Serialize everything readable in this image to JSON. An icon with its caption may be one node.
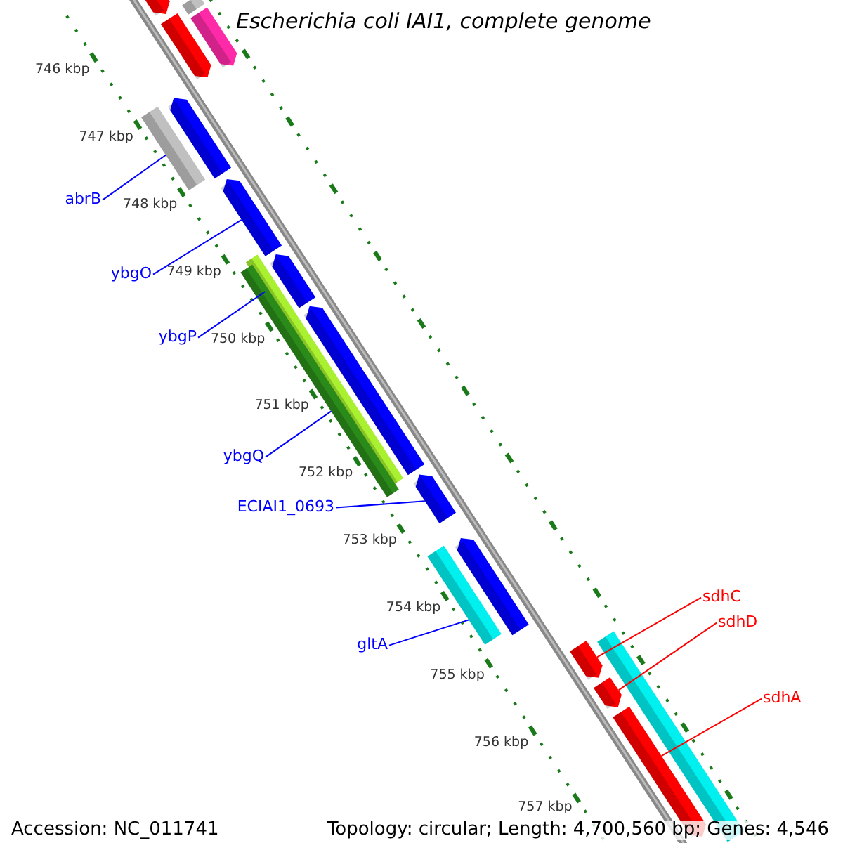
{
  "diagram": {
    "title": "Escherichia coli IAI1, complete genome",
    "nodes": [
      {
        "text": [
          "abrB"
        ]
      },
      {
        "text": [
          "ybgO"
        ]
      },
      {
        "text": [
          "ybgP"
        ]
      },
      {
        "text": [
          "ybgQ"
        ]
      },
      {
        "text": [
          "ECIAI1_0693"
        ]
      },
      {
        "text": [
          "gltA"
        ]
      },
      {
        "text": [
          "sdhC"
        ]
      },
      {
        "text": [
          "sdhD"
        ]
      },
      {
        "text": [
          "sdhA"
        ]
      },
      {
        "text": [],
        "shape": "bar"
      },
      {
        "text": [],
        "shape": "arrow"
      },
      {
        "text": [],
        "shape": "arrow"
      },
      {
        "text": [],
        "shape": "arrow"
      },
      {
        "text": [],
        "shape": "arrow"
      },
      {
        "text": [],
        "shape": "bar"
      },
      {
        "text": [],
        "shape": "arrow"
      },
      {
        "text": [],
        "shape": "arrow"
      },
      {
        "text": [],
        "shape": "bar"
      },
      {
        "text": [],
        "shape": "bar"
      },
      {
        "text": [],
        "shape": "arrow"
      },
      {
        "text": [],
        "shape": "arrow"
      },
      {
        "text": [],
        "shape": "bar"
      },
      {
        "text": [],
        "shape": "arrow"
      },
      {
        "text": [],
        "shape": "arrow"
      },
      {
        "text": [],
        "shape": "bar"
      },
      {
        "text": [],
        "shape": "arrow"
      },
      {
        "text": [],
        "shape": "arrow"
      }
    ],
    "edges": [
      {
        "from": 0,
        "to": 14,
        "arrow": "none"
      },
      {
        "from": 1,
        "to": 15,
        "arrow": "none"
      },
      {
        "from": 2,
        "to": 17,
        "arrow": "none"
      },
      {
        "from": 3,
        "to": 18,
        "arrow": "none"
      },
      {
        "from": 4,
        "to": 20,
        "arrow": "none"
      },
      {
        "from": 5,
        "to": 21,
        "arrow": "none"
      },
      {
        "from": 6,
        "to": 23,
        "arrow": "none",
        "color": "#ff0000"
      },
      {
        "from": 7,
        "to": 25,
        "arrow": "none",
        "color": "#ff0000"
      },
      {
        "from": 8,
        "to": 26,
        "arrow": "none",
        "color": "#ff0000"
      }
    ],
    "labels": [
      "746 kbp",
      "747 kbp",
      "748 kbp",
      "749 kbp",
      "750 kbp",
      "751 kbp",
      "752 kbp",
      "753 kbp",
      "754 kbp",
      "755 kbp",
      "756 kbp",
      "757 kbp",
      "Accession: NC_011741",
      "Topology: circular; Length: 4,700,560 bp; Genes: 4,546"
    ]
  }
}
